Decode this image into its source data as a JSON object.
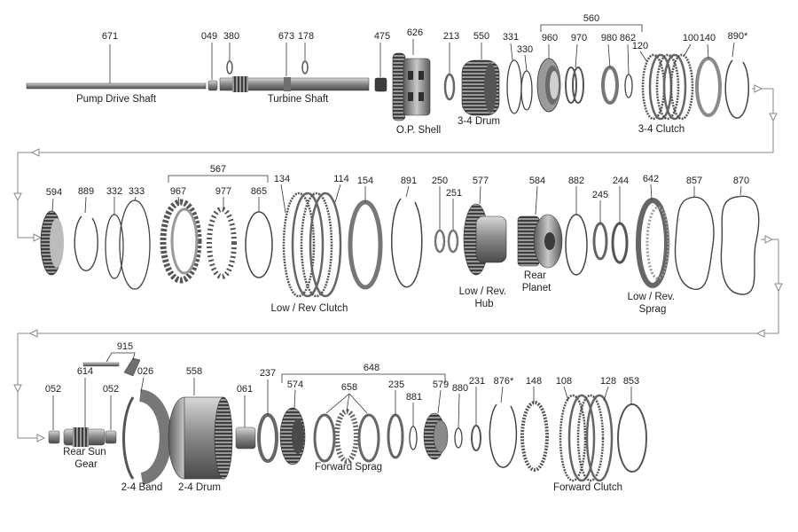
{
  "figure": {
    "background": "#ffffff",
    "part_color": "#8c8c8c",
    "text_color": "#222222"
  },
  "rows": [
    {
      "parts": [
        {
          "number": "671",
          "name": "Pump Drive Shaft"
        },
        {
          "number": "049"
        },
        {
          "number": "380"
        },
        {
          "number": "673",
          "name": "Turbine Shaft"
        },
        {
          "number": "178"
        },
        {
          "number": "475"
        },
        {
          "number": "626",
          "name": "O.P. Shell"
        },
        {
          "number": "213"
        },
        {
          "number": "550",
          "name": "3-4 Drum"
        },
        {
          "number": "331"
        },
        {
          "number": "330"
        },
        {
          "number": "960"
        },
        {
          "number": "970"
        },
        {
          "number": "980"
        },
        {
          "number": "862"
        },
        {
          "number": "120"
        },
        {
          "number": "100"
        },
        {
          "number": "140"
        },
        {
          "number": "890*"
        }
      ],
      "groups": [
        {
          "number": "560"
        },
        {
          "name": "3-4 Clutch"
        }
      ]
    },
    {
      "parts": [
        {
          "number": "594"
        },
        {
          "number": "889"
        },
        {
          "number": "332"
        },
        {
          "number": "333"
        },
        {
          "number": "967"
        },
        {
          "number": "977"
        },
        {
          "number": "865"
        },
        {
          "number": "134"
        },
        {
          "number": "114"
        },
        {
          "number": "154"
        },
        {
          "number": "891"
        },
        {
          "number": "250"
        },
        {
          "number": "251"
        },
        {
          "number": "577",
          "name": "Low / Rev.\nHub"
        },
        {
          "number": "584",
          "name": "Rear\nPlanet"
        },
        {
          "number": "882"
        },
        {
          "number": "245"
        },
        {
          "number": "244"
        },
        {
          "number": "642",
          "name": "Low / Rev.\nSprag"
        },
        {
          "number": "857"
        },
        {
          "number": "870"
        }
      ],
      "groups": [
        {
          "number": "567"
        },
        {
          "name": "Low / Rev Clutch"
        }
      ]
    },
    {
      "parts": [
        {
          "number": "052"
        },
        {
          "number": "614",
          "name": "Rear Sun\nGear"
        },
        {
          "number": "052"
        },
        {
          "number": "915"
        },
        {
          "number": "026",
          "name": "2-4 Band"
        },
        {
          "number": "558",
          "name": "2-4 Drum"
        },
        {
          "number": "061"
        },
        {
          "number": "237"
        },
        {
          "number": "574"
        },
        {
          "number": "658"
        },
        {
          "number": "235"
        },
        {
          "number": "881"
        },
        {
          "number": "579"
        },
        {
          "number": "880"
        },
        {
          "number": "231"
        },
        {
          "number": "876*"
        },
        {
          "number": "148"
        },
        {
          "number": "108"
        },
        {
          "number": "128"
        },
        {
          "number": "853"
        }
      ],
      "groups": [
        {
          "number": "648"
        },
        {
          "name": "Forward  Sprag"
        },
        {
          "name": "Forward  Clutch"
        }
      ]
    }
  ]
}
